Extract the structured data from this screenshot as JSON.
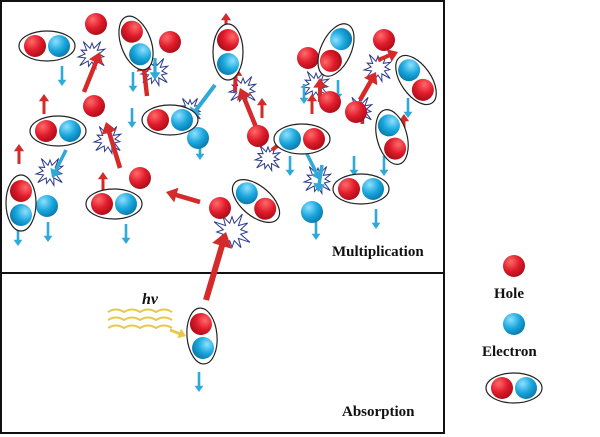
{
  "regions": {
    "multiplication_label": "Multiplication",
    "absorption_label": "Absorption"
  },
  "photon": {
    "label": "hv",
    "color": "#e8c84a"
  },
  "legend": {
    "hole_label": "Hole",
    "electron_label": "Electron"
  },
  "colors": {
    "hole": "#e01b2b",
    "electron": "#1aa7dd",
    "hole_arrow": "#d42a2a",
    "electron_arrow": "#2fa9d8",
    "frame": "#111111"
  }
}
